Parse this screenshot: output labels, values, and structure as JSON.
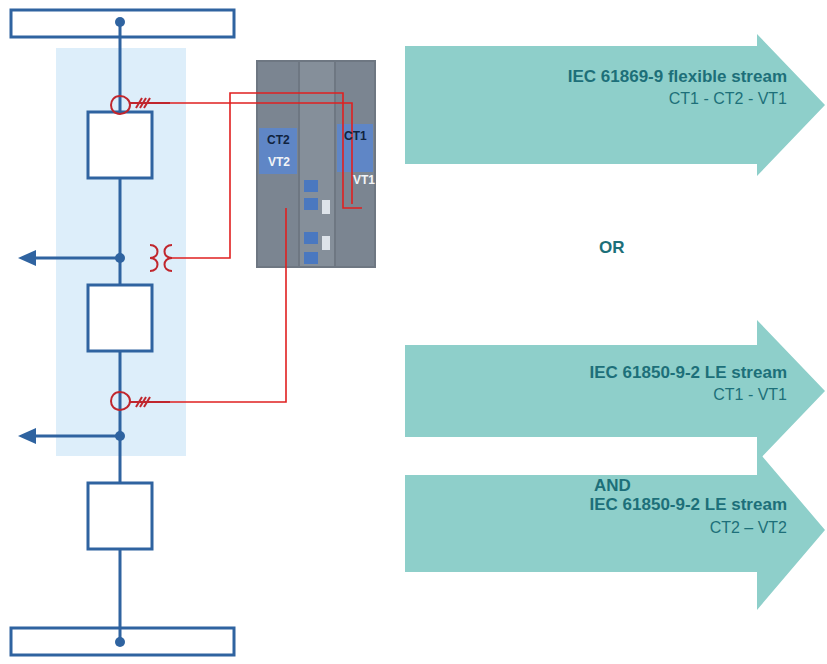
{
  "diagram": {
    "nodes": [
      {
        "text": [
          "IEC 61869-9 flexible stream",
          "CT1 - CT2 - VT1"
        ]
      },
      {
        "text": [
          "IEC 61850-9-2 LE stream",
          "CT1 - VT1"
        ]
      },
      {
        "text": [
          "IEC 61850-9-2 LE stream",
          "CT2 – VT2"
        ]
      }
    ],
    "labels": [
      "CT2",
      "CT1",
      "VT2",
      "VT1",
      "OR",
      "AND"
    ]
  }
}
